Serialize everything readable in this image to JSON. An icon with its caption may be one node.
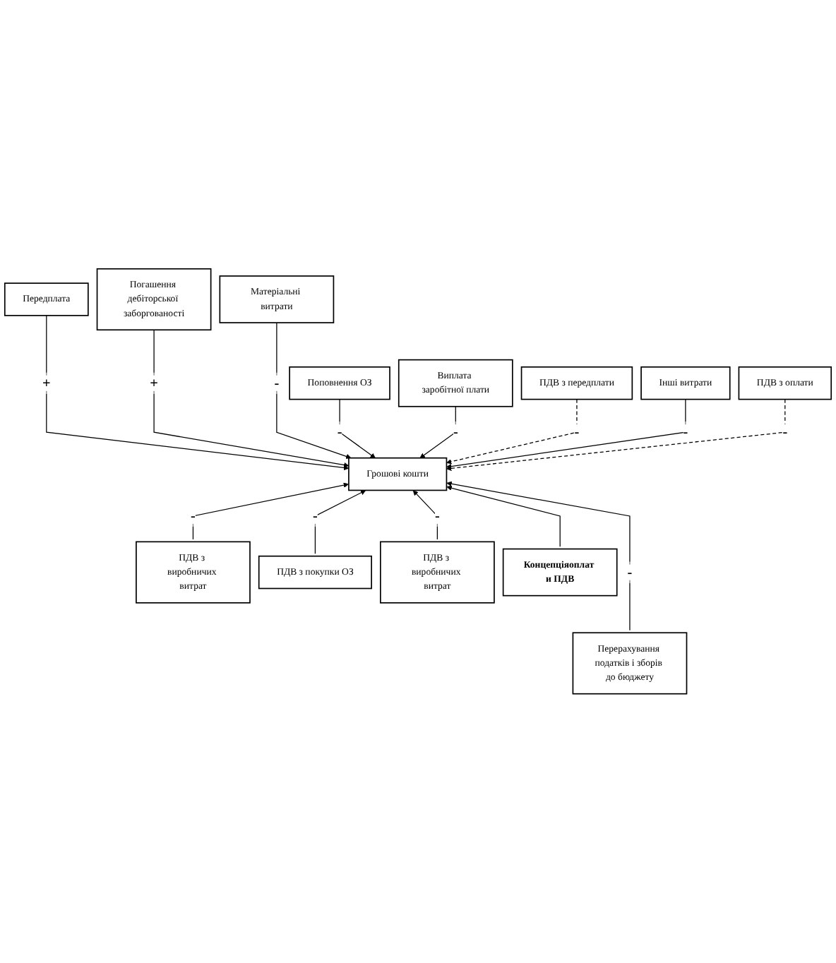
{
  "diagram": {
    "nodes": [
      {
        "text": [
          "Передплата"
        ]
      },
      {
        "text": [
          "Погашення дебіторської заборгованості"
        ]
      },
      {
        "text": [
          "Матеріальні витрати"
        ]
      },
      {
        "text": [
          "Поповнення ОЗ"
        ]
      },
      {
        "text": [
          "Грошові кошти"
        ]
      },
      {
        "text": [
          "Виплата заробітної плати"
        ]
      },
      {
        "text": [
          "ПДВ з передплати"
        ]
      },
      {
        "text": [
          "Інші витрати"
        ]
      },
      {
        "text": [
          "ПДВ з оплати"
        ]
      },
      {
        "text": [
          "ПДВ з виробничих витрат"
        ]
      },
      {
        "text": [
          "ПДВ з покупки ОЗ"
        ]
      },
      {
        "text": [
          "ПДВ з виробничих витрат"
        ]
      },
      {
        "text": [
          "Концепціяоплат и ПДВ"
        ]
      },
      {
        "text": [
          "Перерахування податків і зборів до бюджету"
        ]
      }
    ],
    "edges": [
      {
        "from": 0,
        "to": 4,
        "arrow": "to",
        "label": "+"
      },
      {
        "from": 1,
        "to": 4,
        "arrow": "to",
        "label": "+"
      },
      {
        "from": 2,
        "to": 4,
        "arrow": "to",
        "label": "-"
      },
      {
        "from": 3,
        "to": 4,
        "arrow": "to",
        "label": "-"
      },
      {
        "from": 5,
        "to": 4,
        "arrow": "to",
        "label": "-"
      },
      {
        "from": 6,
        "to": 4,
        "arrow": "to",
        "label": "-",
        "style": "dashed"
      },
      {
        "from": 7,
        "to": 4,
        "arrow": "to",
        "label": "-"
      },
      {
        "from": 8,
        "to": 4,
        "arrow": "to",
        "label": "-",
        "style": "dashed"
      },
      {
        "from": 9,
        "to": 4,
        "arrow": "to",
        "label": "-"
      },
      {
        "from": 10,
        "to": 4,
        "arrow": "to",
        "label": "-"
      },
      {
        "from": 11,
        "to": 4,
        "arrow": "to",
        "label": "-"
      },
      {
        "from": 12,
        "to": 4,
        "arrow": "to"
      },
      {
        "from": 13,
        "to": 4,
        "arrow": "to",
        "label": "-"
      }
    ]
  }
}
